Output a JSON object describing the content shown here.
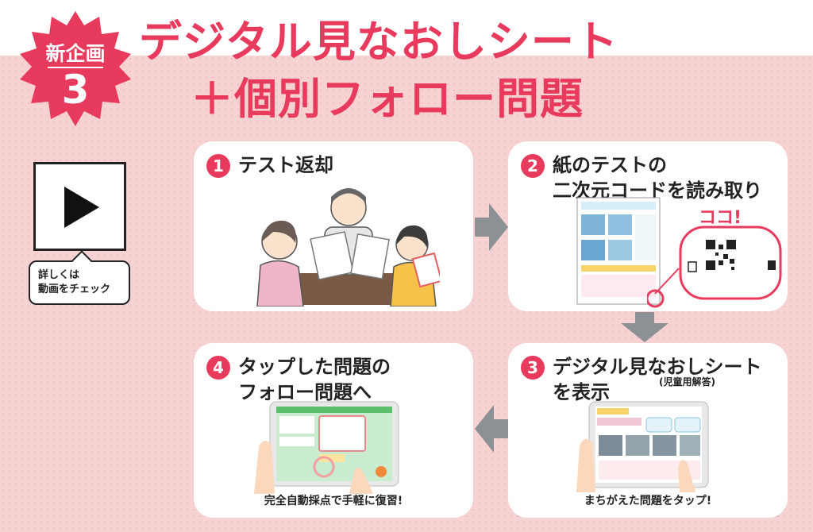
{
  "badge": {
    "label": "新企画",
    "number": "3"
  },
  "title": {
    "line1": "デジタル見なおしシート",
    "line2": "＋個別フォロー問題"
  },
  "video": {
    "caption_line1": "詳しくは",
    "caption_line2": "動画をチェック"
  },
  "steps": [
    {
      "num": "1",
      "title": "テスト返却"
    },
    {
      "num": "2",
      "title_line1": "紙のテストの",
      "title_line2": "二次元コードを読み取り",
      "callout": "ココ!"
    },
    {
      "num": "3",
      "title_line1": "デジタル見なおしシート",
      "title_line2": "を表示",
      "sub": "(児童用解答)",
      "caption": "まちがえた問題をタップ!"
    },
    {
      "num": "4",
      "title_line1": "タップした問題の",
      "title_line2": "フォロー問題へ",
      "caption": "完全自動採点で手軽に復習!"
    }
  ],
  "colors": {
    "accent": "#e83a5c",
    "background": "#f7d2d2",
    "arrow": "#8c9196"
  }
}
